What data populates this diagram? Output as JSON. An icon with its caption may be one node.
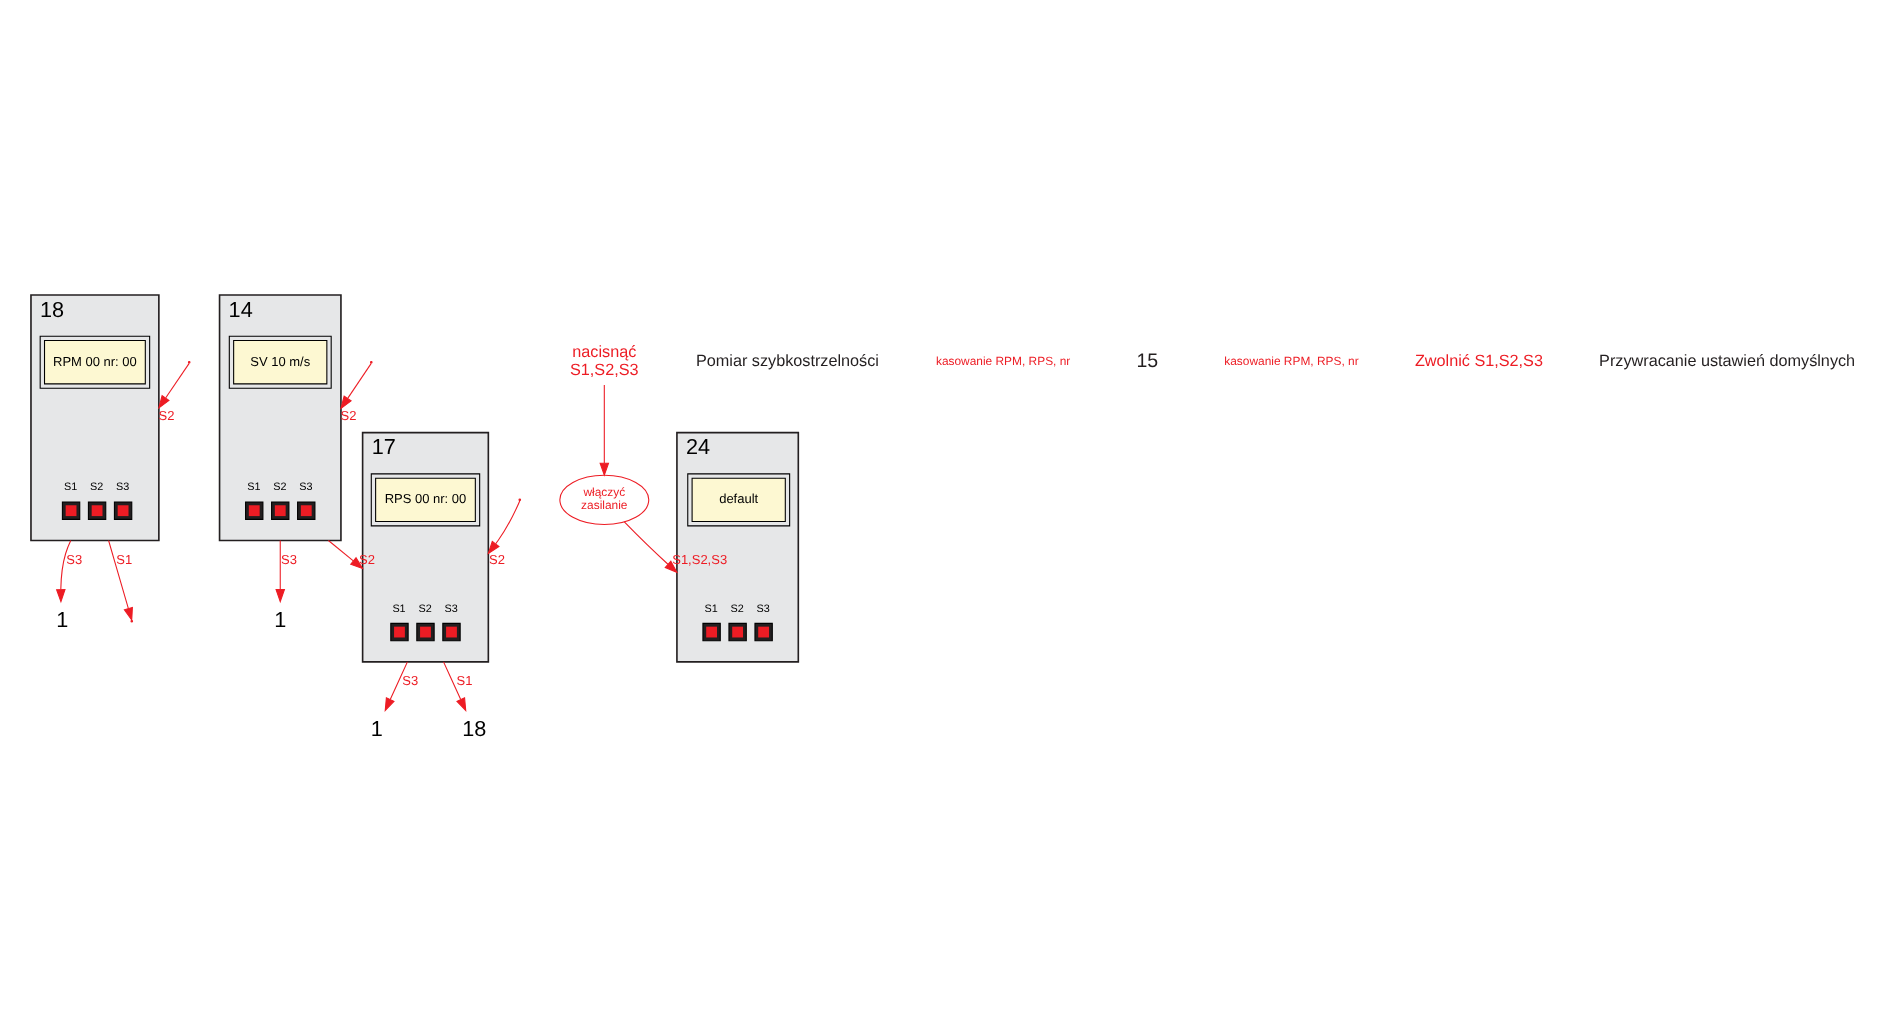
{
  "diagram": {
    "nodes": [
      {
        "text": [
          "18",
          "S1",
          "S2",
          "S3"
        ]
      },
      {
        "text": [
          "RPM 00 nr: 00"
        ],
        "in": 0
      },
      {
        "text": [
          "14",
          "S1",
          "S2",
          "S3"
        ]
      },
      {
        "text": [
          "SV 10 m/s"
        ],
        "in": 2
      },
      {
        "text": [
          "17",
          "S1",
          "S2",
          "S3"
        ]
      },
      {
        "text": [
          "RPS 00 nr: 00"
        ],
        "in": 4
      },
      {
        "text": [
          "1"
        ]
      },
      {
        "text": [
          "1"
        ]
      },
      {
        "text": [
          "1"
        ]
      },
      {
        "text": [
          "18"
        ]
      },
      {
        "text": [
          "nacisnąć S1,S2,S3"
        ]
      },
      {
        "text": [
          "włączyć zasilanie"
        ]
      },
      {
        "text": [
          "24",
          "S1",
          "S2",
          "S3"
        ]
      },
      {
        "text": [
          "default"
        ],
        "in": 12
      }
    ],
    "edges": [
      {
        "from": null,
        "to": 2,
        "arrow": "to",
        "label": "S2"
      },
      {
        "from": 0,
        "to": 6,
        "arrow": "to",
        "label": "S3"
      },
      {
        "from": 0,
        "to": null,
        "arrow": "to",
        "label": "S1"
      },
      {
        "from": null,
        "to": 0,
        "arrow": "to",
        "label": "S2"
      },
      {
        "from": 2,
        "to": 7,
        "arrow": "to",
        "label": "S3"
      },
      {
        "from": 2,
        "to": 4,
        "arrow": "to",
        "label": "S2"
      },
      {
        "from": 4,
        "to": 8,
        "arrow": "to",
        "label": "S3"
      },
      {
        "from": 4,
        "to": 9,
        "arrow": "to",
        "label": "S1"
      },
      {
        "from": null,
        "to": 4,
        "arrow": "to",
        "label": "S2"
      },
      {
        "from": 10,
        "to": 11,
        "arrow": "to"
      },
      {
        "from": 11,
        "to": 12,
        "arrow": "to",
        "label": "S1,S2,S3"
      }
    ],
    "labels": [
      "Pomiar szybkostrzelności",
      "kasowanie RPM, RPS, nr",
      "15",
      "kasowanie RPM, RPS, nr",
      "Zwolnić S1,S2,S3",
      "Przywracanie ustawień domyślnych"
    ]
  }
}
